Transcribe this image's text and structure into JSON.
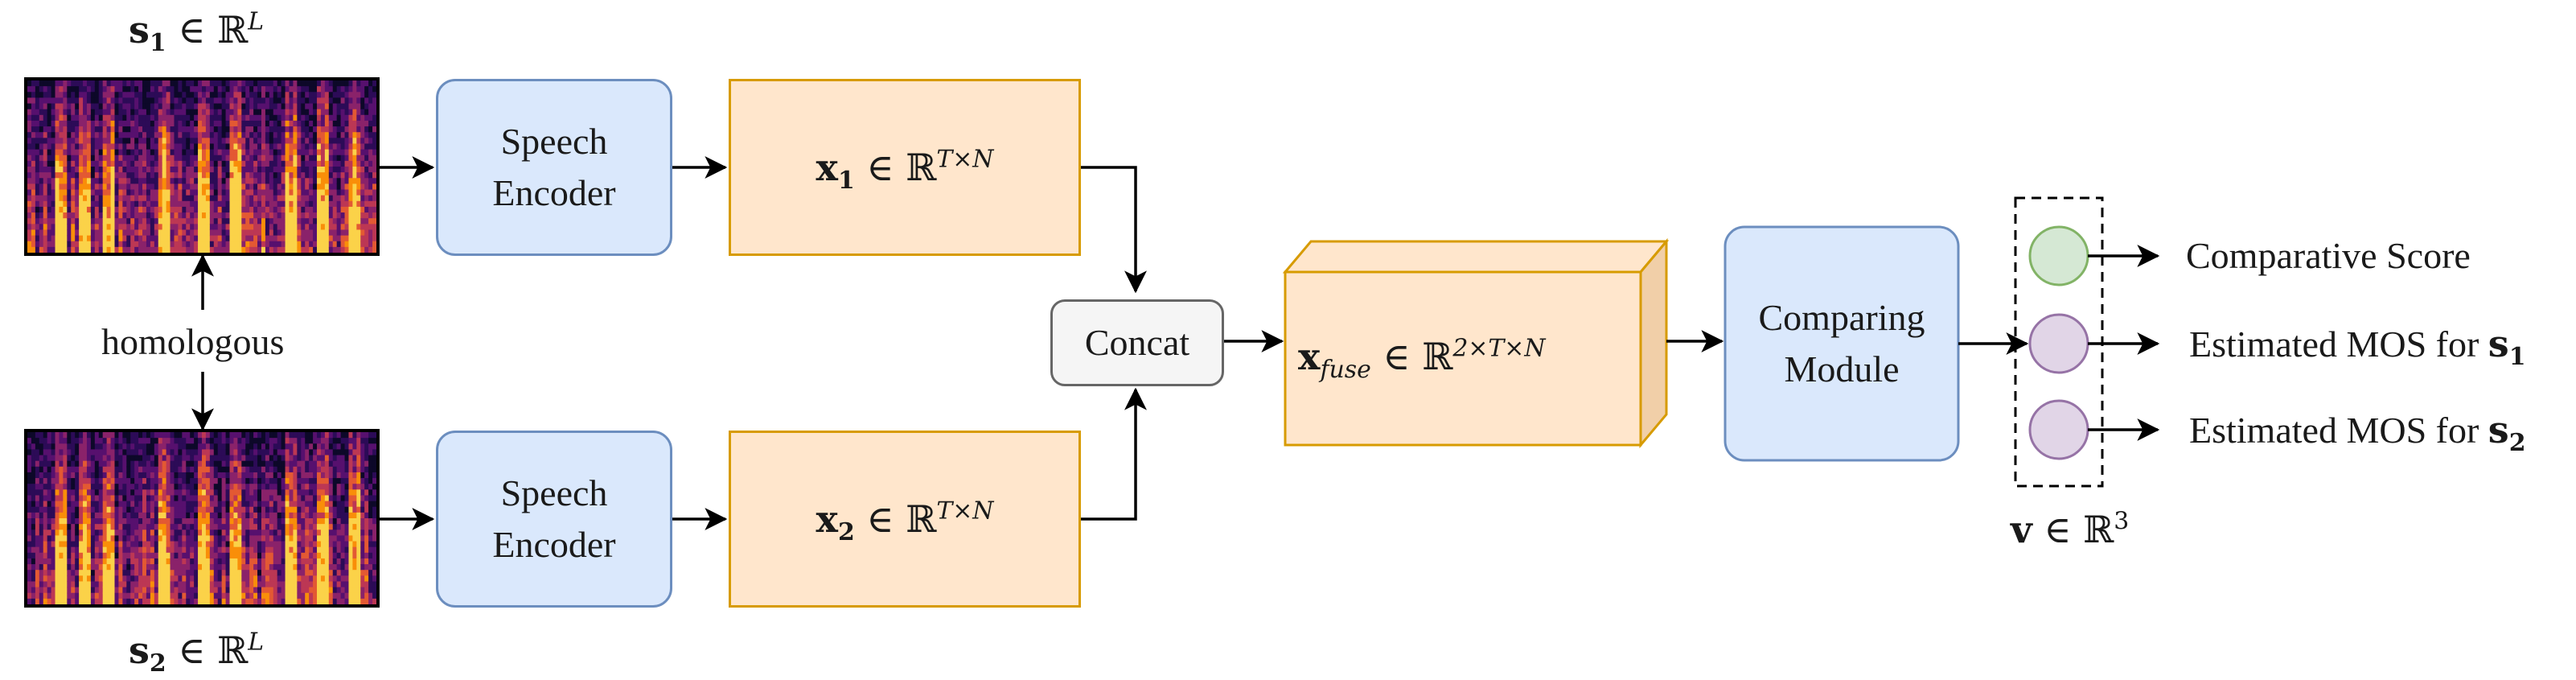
{
  "inputs": {
    "s1_symbol": "s",
    "s1_sub": "1",
    "s1_set": "∈ ℝ",
    "s1_sup": "L",
    "s2_symbol": "s",
    "s2_sub": "2",
    "s2_set": "∈ ℝ",
    "s2_sup": "L",
    "relation_label": "homologous"
  },
  "encoders": {
    "top_line1": "Speech",
    "top_line2": "Encoder",
    "bottom_line1": "Speech",
    "bottom_line2": "Encoder"
  },
  "features": {
    "x1_symbol": "x",
    "x1_sub": "1",
    "x1_set": "∈ ℝ",
    "x1_sup": "T×N",
    "x2_symbol": "x",
    "x2_sub": "2",
    "x2_set": "∈ ℝ",
    "x2_sup": "T×N"
  },
  "concat": {
    "label": "Concat"
  },
  "fuse": {
    "symbol": "x",
    "sub": "fuse",
    "set": "∈ ℝ",
    "sup": "2×T×N"
  },
  "comparing": {
    "line1": "Comparing",
    "line2": "Module"
  },
  "output_vector": {
    "symbol": "v",
    "set": "∈ ℝ",
    "sup": "3"
  },
  "outputs": [
    {
      "label": "Comparative Score",
      "sym": "",
      "sub": ""
    },
    {
      "label": "Estimated MOS for",
      "sym": "s",
      "sub": "1"
    },
    {
      "label": "Estimated MOS for",
      "sym": "s",
      "sub": "2"
    }
  ],
  "colors": {
    "encoder_fill": "#dae8fc",
    "encoder_stroke": "#6c8ebf",
    "feature_fill": "#ffe6cc",
    "feature_stroke": "#d79b00",
    "concat_fill": "#f5f5f5",
    "score_node_fill": "#d5e8d4",
    "score_node_stroke": "#82b366",
    "mos_node_fill": "#e1d5e7",
    "mos_node_stroke": "#9673a6"
  }
}
